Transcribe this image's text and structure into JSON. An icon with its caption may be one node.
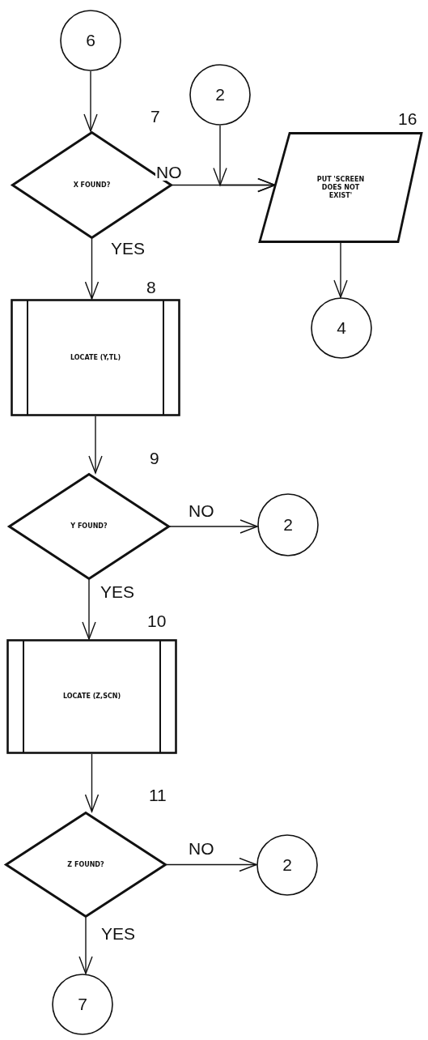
{
  "diagram": {
    "nodes": [
      {
        "text": [
          "6"
        ]
      },
      {
        "text": [
          "X FOUND?"
        ],
        "beside": [
          "7"
        ]
      },
      {
        "text": [
          "2"
        ]
      },
      {
        "text": [
          "PUT 'SCREEN DOES NOT EXIST'"
        ],
        "beside": [
          "16"
        ]
      },
      {
        "text": [
          "4"
        ]
      },
      {
        "text": [
          "LOCATE (Y,TL)"
        ],
        "beside": [
          "8"
        ]
      },
      {
        "text": [
          "Y FOUND?"
        ],
        "beside": [
          "9"
        ]
      },
      {
        "text": [
          "2"
        ]
      },
      {
        "text": [
          "LOCATE (Z,SCN)"
        ],
        "beside": [
          "10"
        ]
      },
      {
        "text": [
          "Z FOUND?"
        ],
        "beside": [
          "11"
        ]
      },
      {
        "text": [
          "2"
        ]
      },
      {
        "text": [
          "7"
        ]
      }
    ],
    "edges": [
      {
        "from": 0,
        "to": 1,
        "arrow": "to"
      },
      {
        "from": 1,
        "to": 3,
        "arrow": "to",
        "label": "NO"
      },
      {
        "from": 2,
        "to": 3,
        "arrow": "to"
      },
      {
        "from": 3,
        "to": 4,
        "arrow": "to"
      },
      {
        "from": 1,
        "to": 5,
        "arrow": "to",
        "label": "YES"
      },
      {
        "from": 5,
        "to": 6,
        "arrow": "to"
      },
      {
        "from": 6,
        "to": 7,
        "arrow": "to",
        "label": "NO"
      },
      {
        "from": 6,
        "to": 8,
        "arrow": "to",
        "label": "YES"
      },
      {
        "from": 8,
        "to": 9,
        "arrow": "to"
      },
      {
        "from": 9,
        "to": 10,
        "arrow": "to",
        "label": "NO"
      },
      {
        "from": 9,
        "to": 11,
        "arrow": "to",
        "label": "YES"
      }
    ]
  }
}
